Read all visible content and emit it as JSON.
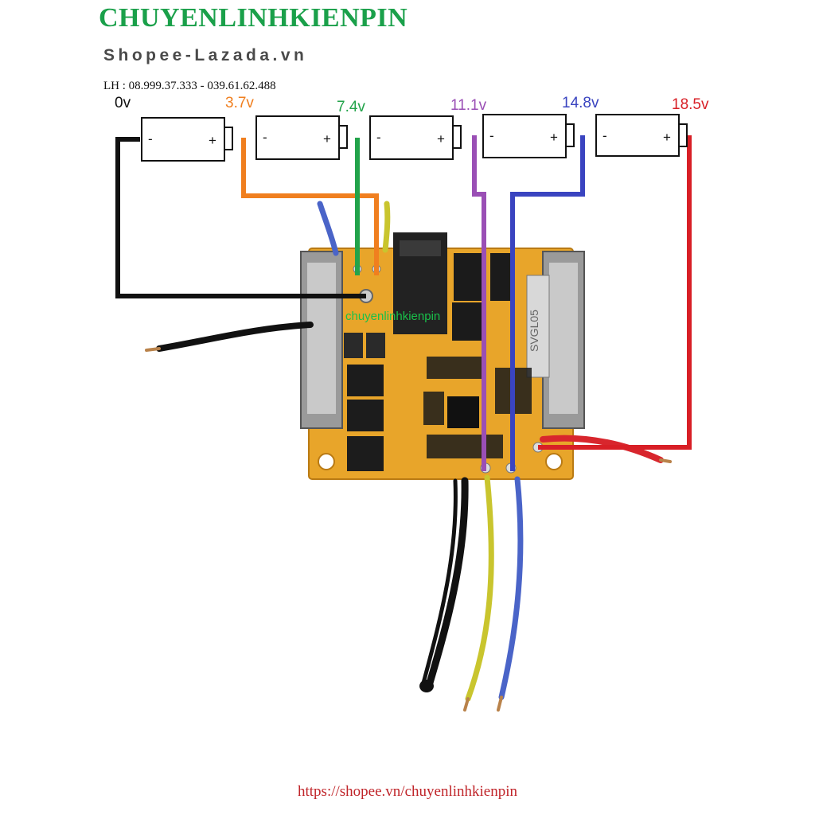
{
  "header": {
    "brand": "CHUYENLINHKIENPIN",
    "shop": "Shopee-Lazada.vn",
    "contact": "LH : 08.999.37.333 - 039.61.62.488"
  },
  "voltages": [
    {
      "label": "0v",
      "color": "#111111"
    },
    {
      "label": "3.7v",
      "color": "#f07f1f"
    },
    {
      "label": "7.4v",
      "color": "#22a34a"
    },
    {
      "label": "11.1v",
      "color": "#9a4fb5"
    },
    {
      "label": "14.8v",
      "color": "#3a44c0"
    },
    {
      "label": "18.5v",
      "color": "#d81f26"
    }
  ],
  "cells": [
    {
      "neg": "-",
      "pos": "+"
    },
    {
      "neg": "-",
      "pos": "+"
    },
    {
      "neg": "-",
      "pos": "+"
    },
    {
      "neg": "-",
      "pos": "+"
    },
    {
      "neg": "-",
      "pos": "+"
    }
  ],
  "board": {
    "watermark": "chuyenlinhkienpin",
    "color": "#e8a52a",
    "silkscreen": "SVGL05"
  },
  "footer": {
    "url": "https://shopee.vn/chuyenlinhkienpin"
  }
}
